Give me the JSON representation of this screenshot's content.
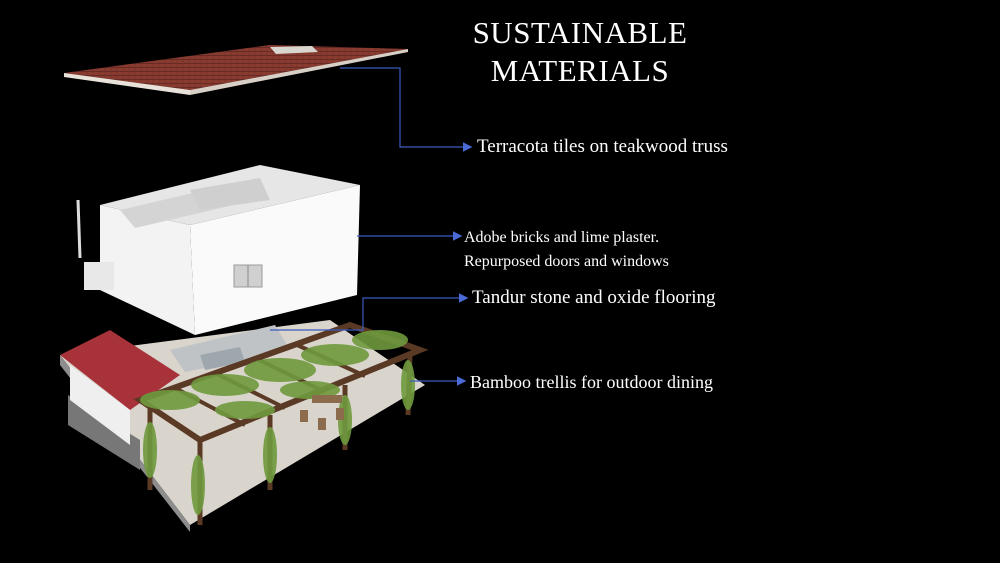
{
  "slide": {
    "title_line1": "SUSTAINABLE",
    "title_line2": "MATERIALS",
    "labels": {
      "roof": "Terracota tiles on teakwood truss",
      "walls_line1": "Adobe bricks and lime plaster.",
      "walls_line2": "Repurposed doors and windows",
      "floor": "Tandur stone and oxide flooring",
      "trellis": "Bamboo trellis for outdoor dining"
    }
  },
  "colors": {
    "background": "#000000",
    "text": "#ffffff",
    "leader_line": "#3b5bbf",
    "roof_tiles": "#8a3b30",
    "walls": "#f1f1f1",
    "trellis_wood": "#5a3a24",
    "foliage": "#6f9a3e",
    "red_roof": "#a8323a"
  },
  "icons": [
    "arrow-right-icon"
  ]
}
